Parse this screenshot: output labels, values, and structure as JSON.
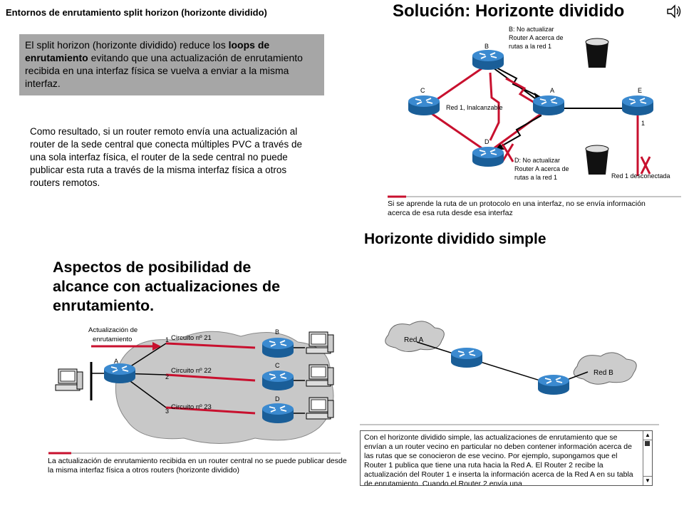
{
  "header": {
    "title": "Entornos de enrutamiento split horizon (horizonte dividido)"
  },
  "solution": {
    "title": "Solución: Horizonte dividido",
    "note_b": [
      "B: No actualizar",
      "Router A acerca de",
      "rutas a la red 1"
    ],
    "note_d": [
      "D: No actualizar",
      "Router A acerca de",
      "rutas a la red 1"
    ],
    "labels": {
      "b": "B",
      "c": "C",
      "a": "A",
      "e": "E",
      "d": "D",
      "net": "Red 1, Inalcanzable",
      "one": "1",
      "down": "Red 1 desconectada"
    },
    "caption": "Si se aprende la ruta de un protocolo en una interfaz, no se envía información acerca de esa ruta desde esa interfaz"
  },
  "intro": {
    "p1_pre": "El split horizon (horizonte dividido) reduce los ",
    "p1_bold": "loops de enrutamiento",
    "p1_post": " evitando que una actualización de enrutamiento recibida en una interfaz física se vuelva a enviar a la misma interfaz.",
    "p2": "Como resultado, si un router remoto envía una actualización al router de la sede central que conecta múltiples PVC a través de una sola interfaz física, el router de la sede central no puede publicar esta ruta a través de la misma interfaz física a otros routers remotos."
  },
  "simple": {
    "title": "Horizonte dividido simple",
    "red_a": "Red A",
    "red_b": "Red B",
    "text": "Con el horizonte dividido simple, las actualizaciones de enrutamiento que se envían a un router vecino en particular no deben contener información acerca de las rutas que se conocieron de ese vecino.  Por ejemplo, supongamos que el Router 1 publica que tiene una ruta hacia la Red A. El Router 2 recibe la actualización del Router 1 e inserta la información acerca de la Red A en su tabla de enrutamiento.  Cuando el Router 2 envía una"
  },
  "aspects": {
    "title": "Aspectos de posibilidad de alcance con actualizaciones de enrutamiento.",
    "update_label": [
      "Actualización de",
      "enrutamiento"
    ],
    "labels": {
      "a": "A",
      "b": "B",
      "c": "C",
      "d": "D",
      "n1": "1",
      "n2": "2",
      "n3": "3"
    },
    "circuits": [
      "Circuito nº 21",
      "Circuito nº 22",
      "Circuito nº 23"
    ],
    "caption": "La actualización de enrutamiento recibida en un router central no se puede publicar desde la misma interfaz física a otros routers (horizonte dividido)"
  },
  "colors": {
    "accent_red": "#c8102e",
    "router_blue": "#1f6fb2",
    "grey_box": "#a6a6a6",
    "cloud": "#c8c8c8"
  }
}
